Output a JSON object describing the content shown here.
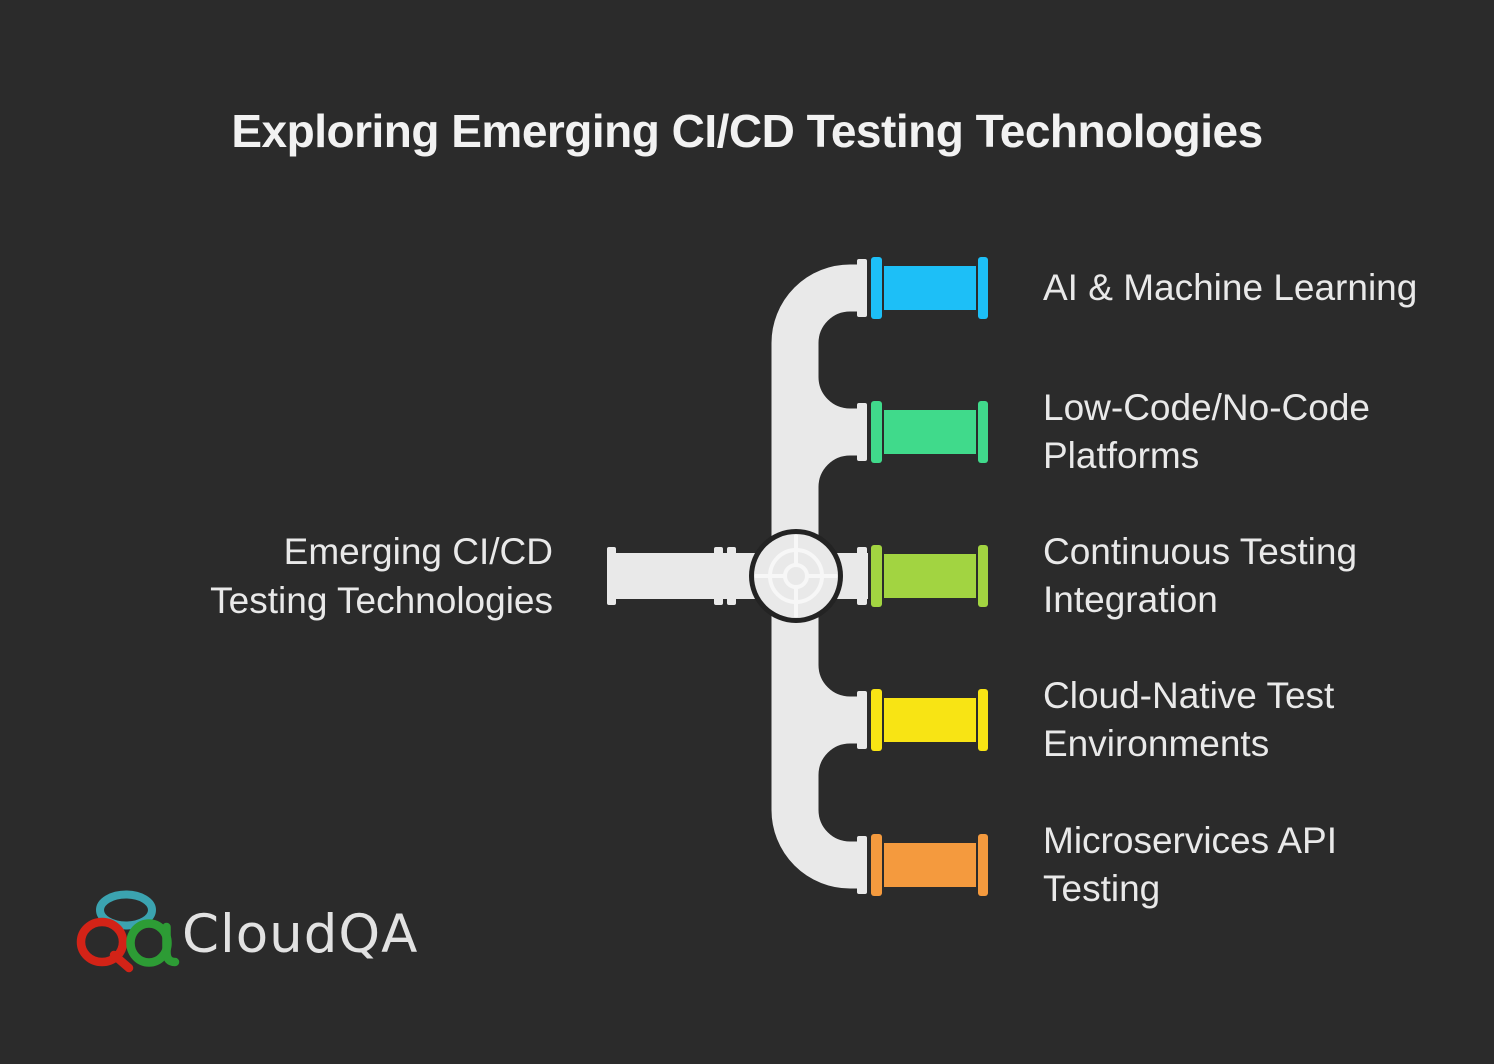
{
  "title": "Exploring Emerging CI/CD Testing Technologies",
  "root": {
    "label_line1": "Emerging CI/CD",
    "label_line2": "Testing Technologies"
  },
  "branches": [
    {
      "name": "ai-machine-learning",
      "color": "#1dbff7",
      "label_lines": [
        "AI & Machine Learning",
        ""
      ]
    },
    {
      "name": "low-code-no-code-platforms",
      "color": "#40da8b",
      "label_lines": [
        "Low-Code/No-Code",
        "Platforms"
      ]
    },
    {
      "name": "continuous-testing-integration",
      "color": "#a2d441",
      "label_lines": [
        "Continuous Testing",
        "Integration"
      ]
    },
    {
      "name": "cloud-native-test-environments",
      "color": "#f8e414",
      "label_lines": [
        "Cloud-Native Test",
        "Environments"
      ]
    },
    {
      "name": "microservices-api-testing",
      "color": "#f49a3e",
      "label_lines": [
        "Microservices API",
        "Testing"
      ]
    }
  ],
  "logo": {
    "text": "CloudQA",
    "teal": "#3ba3b0",
    "red": "#d32317",
    "green": "#2d9c35"
  },
  "theme": {
    "background": "#2b2b2b",
    "pipe": "#e9e9e9",
    "valve_outline": "#232323",
    "text": "#e9e9e9"
  }
}
